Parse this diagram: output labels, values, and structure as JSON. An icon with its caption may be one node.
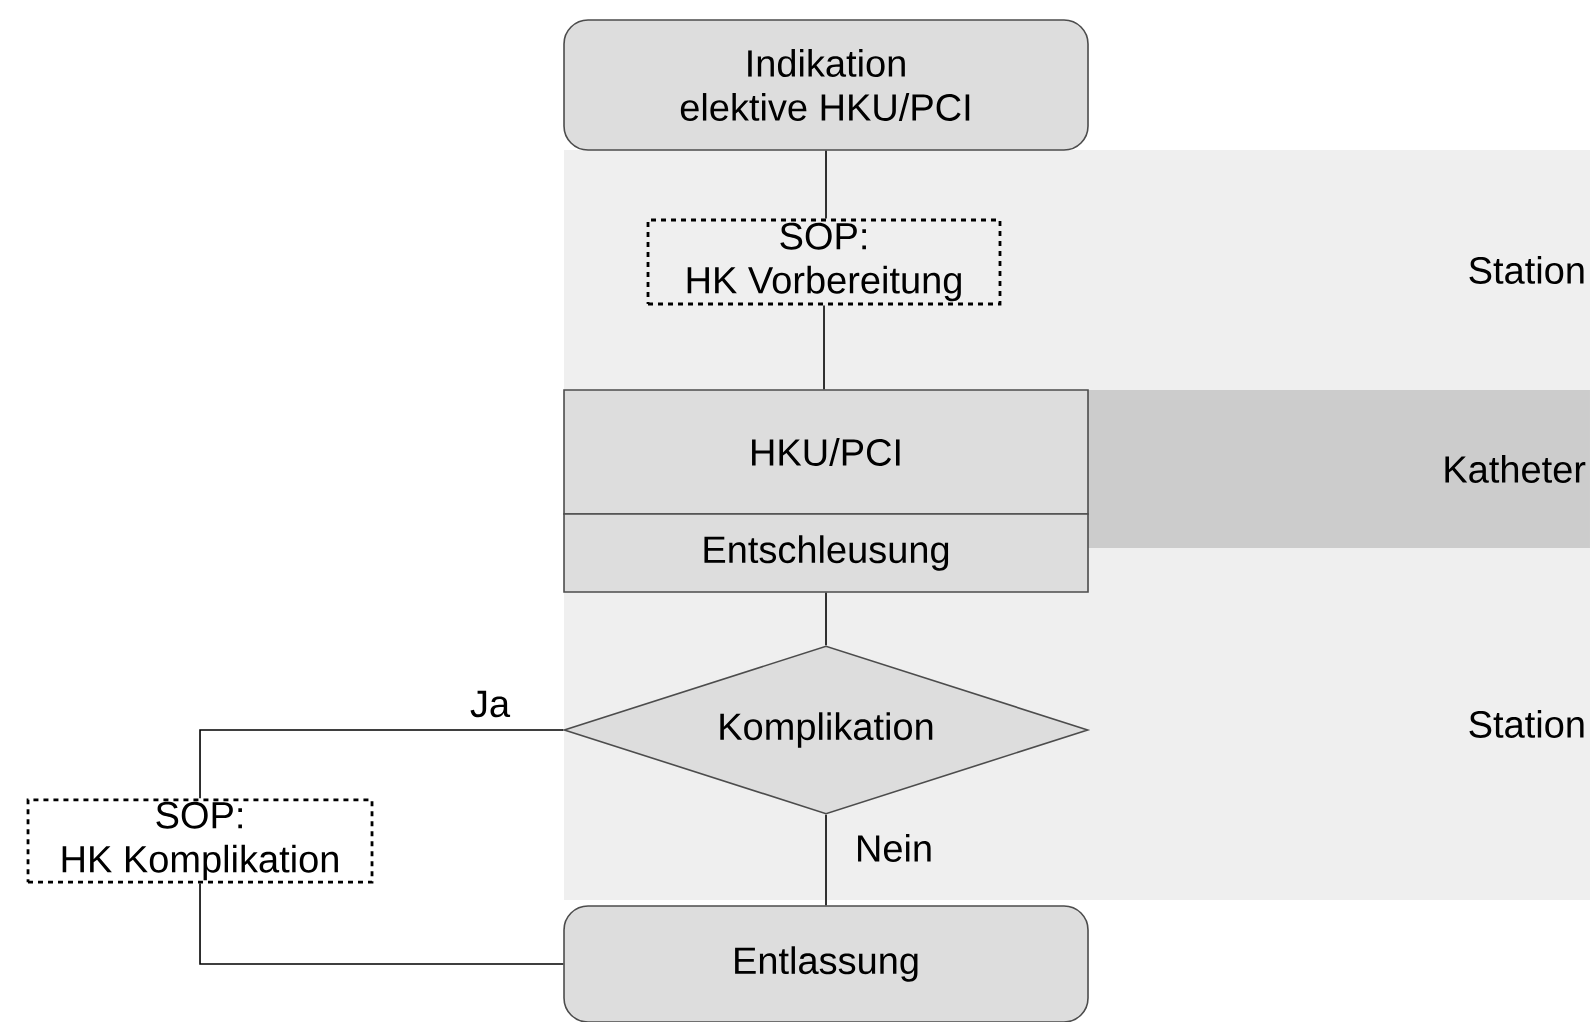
{
  "diagram": {
    "nodes": [
      {
        "text": [
          "Indikation elektive HKU/PCI"
        ]
      },
      {
        "text": [
          "Station"
        ]
      },
      {
        "text": [
          "SOP: HK Vorbereitung"
        ],
        "in": 1
      },
      {
        "text": [
          "HKU/PCI"
        ]
      },
      {
        "text": [
          "Entschleusung"
        ]
      },
      {
        "text": [
          "Katheter"
        ]
      },
      {
        "text": [
          "Station"
        ]
      },
      {
        "text": [
          "Komplikation"
        ],
        "in": 6
      },
      {
        "text": [
          "SOP: HK Komplikation"
        ]
      },
      {
        "text": [
          "Entlassung"
        ]
      }
    ],
    "edges": [
      {
        "from": 0,
        "to": 2,
        "arrow": "none"
      },
      {
        "from": 2,
        "to": 3,
        "arrow": "none"
      },
      {
        "from": 4,
        "to": 7,
        "arrow": "none"
      },
      {
        "from": 7,
        "to": 8,
        "arrow": "none",
        "label": "Ja"
      },
      {
        "from": 8,
        "to": 9,
        "arrow": "none"
      },
      {
        "from": 7,
        "to": 9,
        "arrow": "none",
        "label": "Nein"
      }
    ]
  }
}
